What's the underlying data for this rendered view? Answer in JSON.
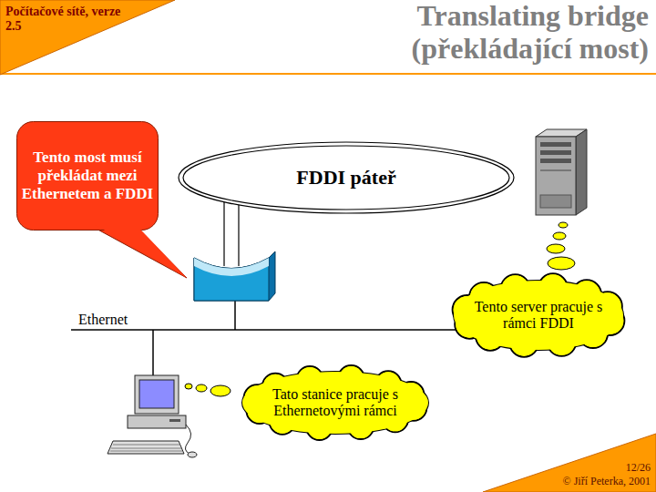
{
  "diagram": {
    "title": "Translating bridge (překládající most)",
    "nodes": [
      {
        "text": [
          "Počítačové sítě, verze 2.5"
        ]
      },
      {
        "text": [
          "Tento most musí překládat mezi Ethernetem a FDDI"
        ]
      },
      {
        "text": [
          "FDDI páteř"
        ]
      },
      {
        "text": [
          "Tento server pracuje s rámci FDDI"
        ]
      },
      {
        "text": [
          "Tato stanice pracuje s Ethernetovými rámci"
        ]
      },
      {
        "text": [
          "12/26",
          "© Jiří Peterka, 2001"
        ]
      }
    ],
    "labels": [
      "Ethernet"
    ]
  }
}
